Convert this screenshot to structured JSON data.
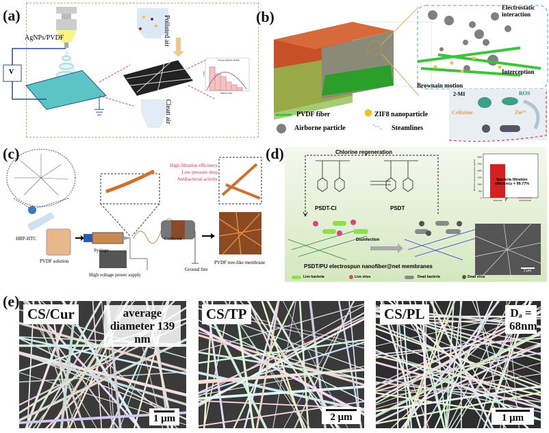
{
  "panel_a": {
    "label": "(a)",
    "solution": "AgNPs/PVDF",
    "voltage": "V",
    "polluted": "Polluted air",
    "clean": "Clean air",
    "hist_title": "Average diameter=38.9nm",
    "hist_x": "diameter (nm)",
    "hist_y": "Count"
  },
  "panel_b": {
    "label": "(b)",
    "electrostatic": "Electrostatic interaction",
    "interception": "Interception",
    "brownian": "Brownain motion",
    "mi": "2-MI",
    "ros": "ROS",
    "cefixime": "Cefixime",
    "zn": "Zn²⁺",
    "legend": [
      "PVDF fiber",
      "ZIF8 nanoparticle",
      "Airborne particle",
      "Steamlines"
    ]
  },
  "panel_c": {
    "label": "(c)",
    "hbp": "HBP-HTC",
    "pvdf": "PVDF solution",
    "syringe": "Syringe",
    "hv": "High voltage power supply",
    "collector": "Collector",
    "ground": "Ground line",
    "membrane": "PVDF tree-like membrane",
    "features": [
      "High filtration efficiency",
      "Low pressure drop",
      "Antibacterial activity"
    ]
  },
  "panel_d": {
    "label": "(d)",
    "regen": "Chlorine regeneration",
    "psdtcl": "PSDT-Cl",
    "psdt": "PSDT",
    "disinfection": "Disinfection",
    "membranes": "PSDT/PU electrospun nanofiber@net membranes",
    "efficiency": "Bacteria filtration efficiency = 99.77%",
    "ylabel": "Bacterial aerosol particle number",
    "scale": "2 μm",
    "legend": [
      "Live bacteria",
      "Live virus",
      "Dead bacteria",
      "Dead virus"
    ],
    "chart_data": {
      "type": "bar",
      "categories": [
        "upstream",
        "downstream"
      ],
      "values": [
        2450,
        15
      ],
      "ylim": [
        0,
        3000
      ],
      "yticks": [
        "0",
        "500",
        "1000",
        "1500",
        "2000",
        "2500",
        "3000"
      ],
      "bar_color": "#d42020"
    }
  },
  "panel_e": {
    "label": "(e)",
    "images": [
      {
        "name": "CS/Cur",
        "note": "average diameter 139 nm",
        "scale": "1 μm"
      },
      {
        "name": "CS/TP",
        "note": "",
        "scale": "2 μm"
      },
      {
        "name": "CS/PL",
        "note": "Dₐ = 68nm",
        "scale": "1 μm"
      }
    ]
  }
}
